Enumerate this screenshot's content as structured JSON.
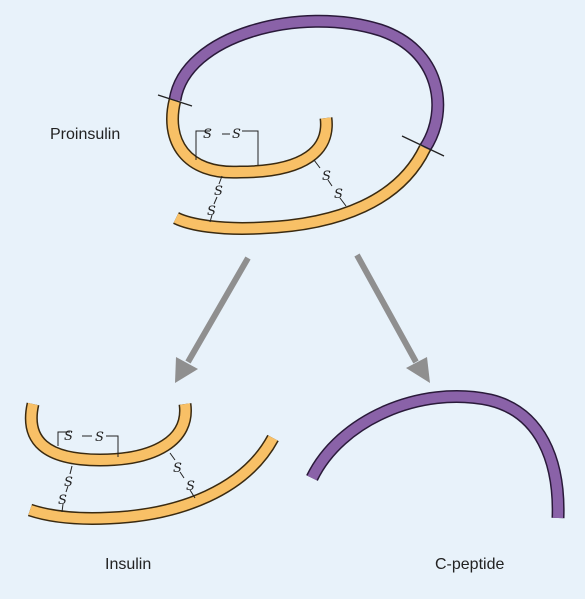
{
  "labels": {
    "proinsulin": "Proinsulin",
    "insulin": "Insulin",
    "c_peptide": "C-peptide"
  },
  "bond_atom": "S",
  "colors": {
    "background": "#e8f2fa",
    "chain_fill": "#f8c066",
    "chain_edge": "#3a2a10",
    "peptide_fill": "#8a62a8",
    "peptide_edge": "#2a1a3a",
    "arrow": "#8f8f8f"
  }
}
